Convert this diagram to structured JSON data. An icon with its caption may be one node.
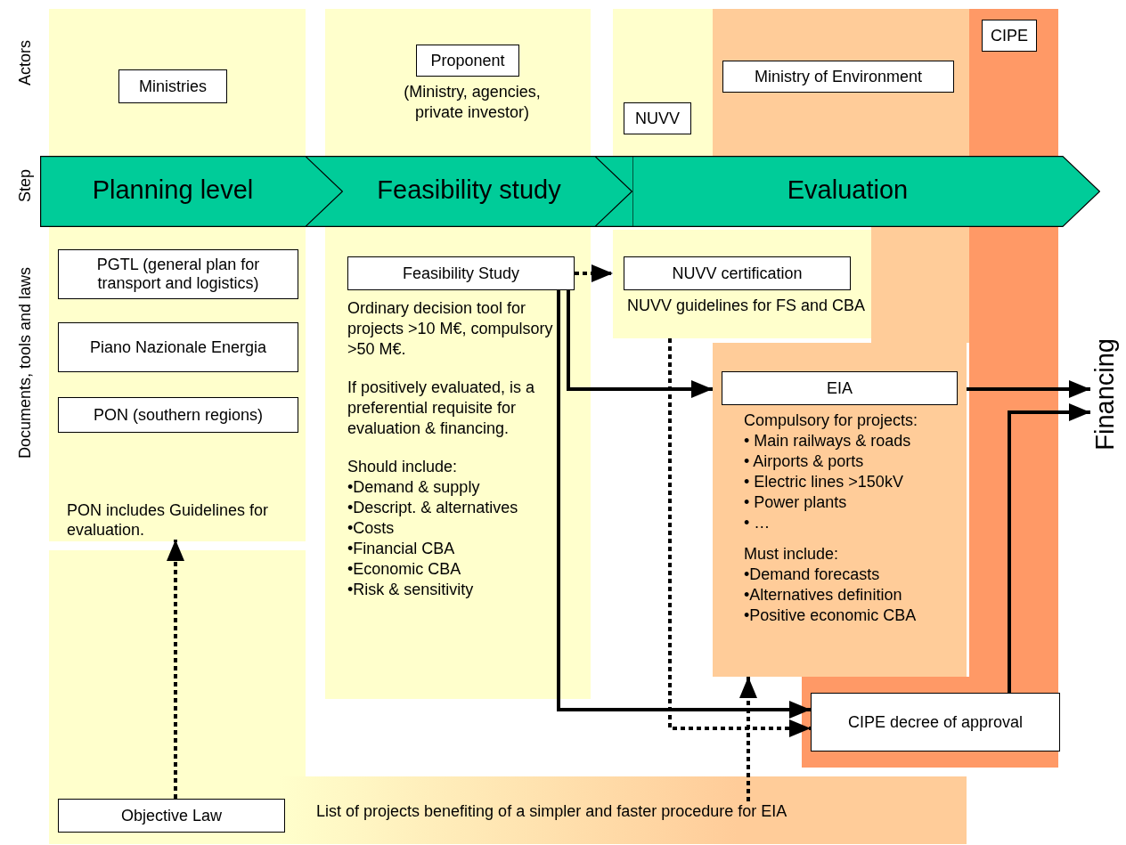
{
  "diagram": {
    "nodes": [
      {
        "text": [
          "Ministries"
        ]
      },
      {
        "text": [
          "Proponent"
        ],
        "beside": [
          "(Ministry, agencies, private investor)"
        ]
      },
      {
        "text": [
          "CIPE"
        ]
      },
      {
        "text": [
          "Ministry of Environment"
        ]
      },
      {
        "text": [
          "NUVV"
        ]
      },
      {
        "text": [
          "Planning level"
        ]
      },
      {
        "text": [
          "Feasibility study"
        ]
      },
      {
        "text": [
          "Evaluation"
        ]
      },
      {
        "text": [
          "PGTL (general plan for transport and logistics)"
        ]
      },
      {
        "text": [
          "Piano Nazionale Energia"
        ]
      },
      {
        "text": [
          "PON (southern regions)"
        ]
      },
      {
        "text": [
          "PON includes Guidelines for evaluation."
        ]
      },
      {
        "text": [
          "Feasibility Study"
        ],
        "beside": [
          "Ordinary decision tool for projects >10 M€, compulsory >50 M€.",
          "If positively evaluated, is a preferential requisite for evaluation & financing.",
          "Should include:",
          "•Demand & supply",
          "•Descript. & alternatives",
          "•Costs",
          "•Financial CBA",
          "•Economic CBA",
          "•Risk & sensitivity"
        ]
      },
      {
        "text": [
          "NUVV certification",
          "NUVV guidelines for FS and CBA"
        ]
      },
      {
        "text": [
          "EIA",
          "Compulsory for projects:",
          "• Main railways & roads",
          "• Airports & ports",
          "• Electric lines >150kV",
          "• Power plants",
          "• …",
          "Must include:",
          "•Demand forecasts",
          "•Alternatives definition",
          "•Positive economic CBA"
        ]
      },
      {
        "text": [
          "Financing"
        ]
      },
      {
        "text": [
          "CIPE decree of approval"
        ]
      },
      {
        "text": [
          "Objective Law"
        ]
      },
      {
        "text": [
          "List of projects benefiting of a simpler and faster procedure for EIA"
        ]
      }
    ],
    "edges": [
      {
        "from": 17,
        "to": 11,
        "arrow": "to",
        "style": "dashed"
      },
      {
        "from": 12,
        "to": 13,
        "arrow": "to",
        "style": "dashed"
      },
      {
        "from": 12,
        "to": 14,
        "arrow": "to"
      },
      {
        "from": 12,
        "to": 16,
        "arrow": "to"
      },
      {
        "from": 13,
        "to": 16,
        "arrow": "to",
        "style": "dashed"
      },
      {
        "from": 18,
        "to": 14,
        "arrow": "to",
        "style": "dashed"
      },
      {
        "from": 14,
        "to": 15,
        "arrow": "to"
      },
      {
        "from": 16,
        "to": 15,
        "arrow": "to"
      }
    ],
    "labels": [
      "Actors",
      "Step",
      "Documents, tools and laws"
    ]
  }
}
